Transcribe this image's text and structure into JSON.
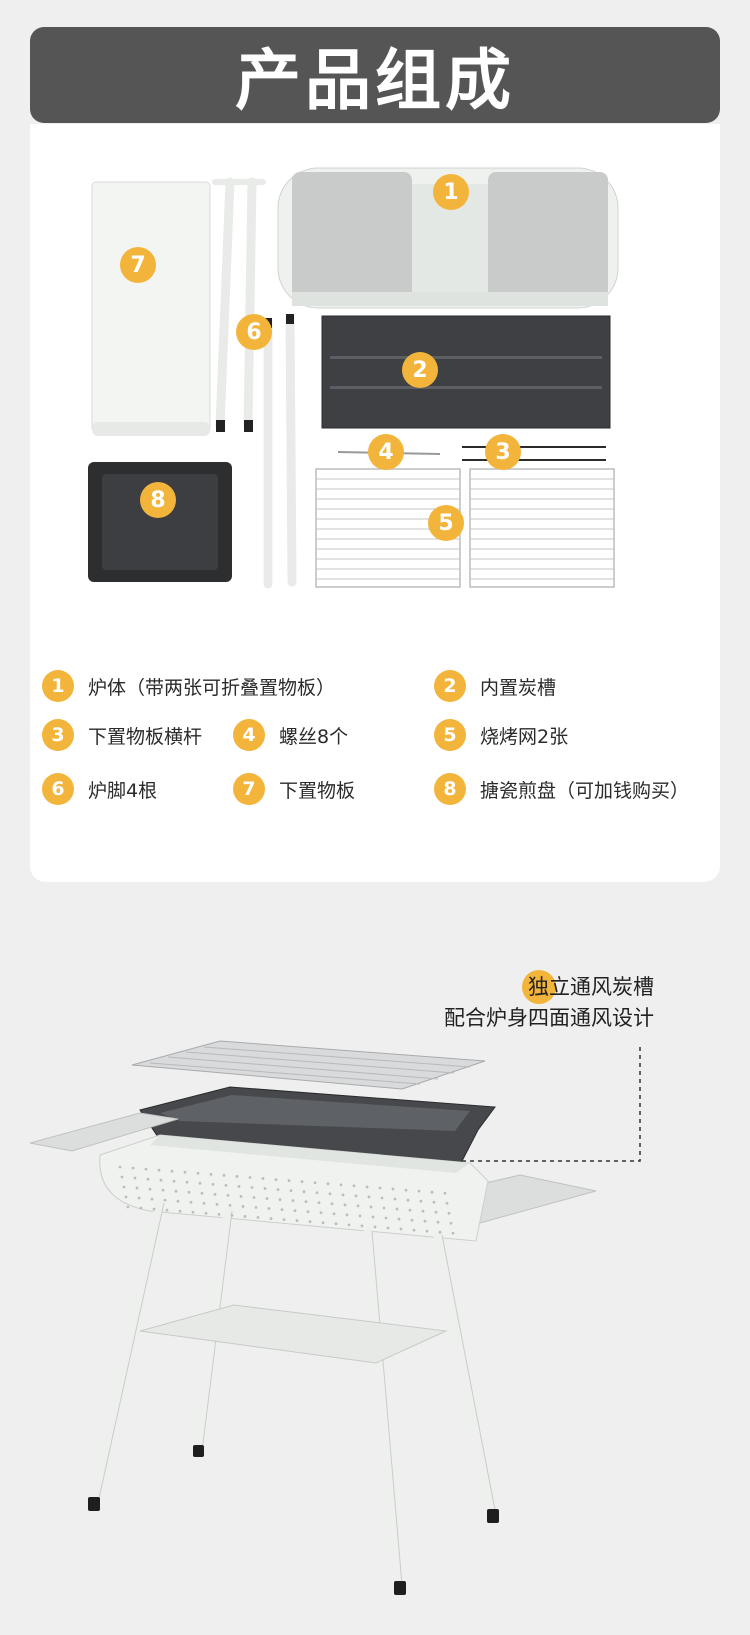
{
  "header": {
    "title": "产品组成"
  },
  "diagram_badges": [
    "1",
    "2",
    "3",
    "4",
    "5",
    "6",
    "7",
    "8"
  ],
  "legend": [
    {
      "num": "1",
      "label": "炉体（带两张可折叠置物板）"
    },
    {
      "num": "2",
      "label": "内置炭槽"
    },
    {
      "num": "3",
      "label": "下置物板横杆"
    },
    {
      "num": "4",
      "label": "螺丝8个"
    },
    {
      "num": "5",
      "label": "烧烤网2张"
    },
    {
      "num": "6",
      "label": "炉脚4根"
    },
    {
      "num": "7",
      "label": "下置物板"
    },
    {
      "num": "8",
      "label": "搪瓷煎盘（可加钱购买）"
    }
  ],
  "feature": {
    "highlight_char": "独",
    "line1_rest": "立通风炭槽",
    "line2": "配合炉身四面通风设计"
  },
  "colors": {
    "header_bg": "#555555",
    "accent": "#f3b43b",
    "page_bg": "#efefef",
    "card_bg": "#ffffff"
  }
}
